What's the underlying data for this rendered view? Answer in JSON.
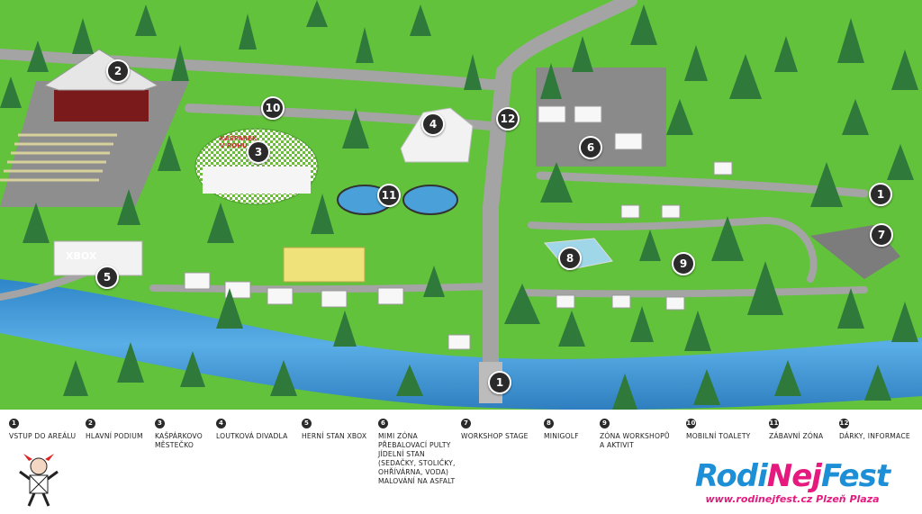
{
  "map": {
    "markers": [
      {
        "id": "1",
        "label": "1"
      },
      {
        "id": "2",
        "label": "2"
      },
      {
        "id": "3",
        "label": "3"
      },
      {
        "id": "4",
        "label": "4"
      },
      {
        "id": "5",
        "label": "5"
      },
      {
        "id": "6",
        "label": "6"
      },
      {
        "id": "7",
        "label": "7"
      },
      {
        "id": "8",
        "label": "8"
      },
      {
        "id": "9",
        "label": "9"
      },
      {
        "id": "10",
        "label": "10"
      },
      {
        "id": "11",
        "label": "11"
      },
      {
        "id": "12",
        "label": "12"
      }
    ],
    "xbox_sign": "XBOX",
    "kasparek_sign_line1": "KAŠPÁREK",
    "kasparek_sign_line2": "V ROHU",
    "colors": {
      "grass": "#5fbf3a",
      "river": "#3a8fd0",
      "road": "#9a9a9a",
      "tree": "#2f7a3a"
    }
  },
  "legend": [
    {
      "num": "1",
      "text": "Vstup do areálu"
    },
    {
      "num": "2",
      "text": "Hlavní podium"
    },
    {
      "num": "3",
      "text": "Kašpárkovo\nměstečko"
    },
    {
      "num": "4",
      "text": "Loutková divadla"
    },
    {
      "num": "5",
      "text": "Herní stan XBOX"
    },
    {
      "num": "6",
      "text": "Mimi zóna\nPřebalovací pulty\nJídelní stan\n(sedačky, stoličky,\nohřívárna, voda)\nMalování na asfalt"
    },
    {
      "num": "7",
      "text": "Workshop stage"
    },
    {
      "num": "8",
      "text": "Minigolf"
    },
    {
      "num": "9",
      "text": "Zóna workshopů\na aktivit"
    },
    {
      "num": "10",
      "text": "Mobilní toalety"
    },
    {
      "num": "11",
      "text": "Zábavní zóna"
    },
    {
      "num": "12",
      "text": "Dárky, informace"
    }
  ],
  "brand": {
    "logo_part1": "Rodi",
    "logo_part2": "Nej",
    "logo_part3": "Fest",
    "url": "www.rodinejfest.cz",
    "location": "Plzeň Plaza"
  }
}
